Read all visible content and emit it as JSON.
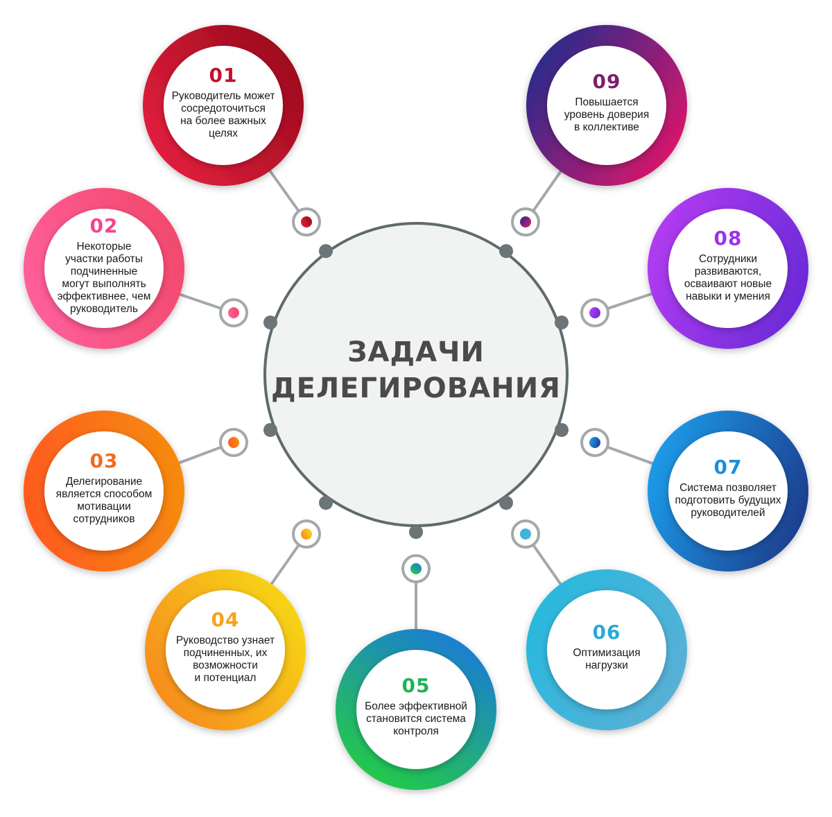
{
  "title": {
    "line1": "ЗАДАЧИ",
    "line2": "ДЕЛЕГИРОВАНИЯ"
  },
  "colors": {
    "hub_border": "#5f6a6d",
    "hub_fill": "#f1f2f2",
    "connector_line": "#a3a9ab"
  },
  "items": [
    {
      "number": "01",
      "lines": [
        "Руководитель может",
        "сосредоточиться",
        "на более важных",
        "целях"
      ],
      "color_start": "#e01f3d",
      "color_end": "#9e0b1d",
      "number_color": "#c4102c"
    },
    {
      "number": "02",
      "lines": [
        "Некоторые",
        "участки работы",
        "подчиненные",
        "могут выполнять",
        "эффективнее, чем",
        "руководитель"
      ],
      "color_start": "#ff5e9a",
      "color_end": "#f24a6d",
      "number_color": "#f7438e"
    },
    {
      "number": "03",
      "lines": [
        "Делегирование",
        "является способом",
        "мотивации",
        "сотрудников"
      ],
      "color_start": "#ff5a1f",
      "color_end": "#f58b0f",
      "number_color": "#f26b1d"
    },
    {
      "number": "04",
      "lines": [
        "Руководство узнает",
        "подчиненных, их",
        "возможности",
        "и потенциал"
      ],
      "color_start": "#f78d1e",
      "color_end": "#f6d417",
      "number_color": "#f5a31a"
    },
    {
      "number": "05",
      "lines": [
        "Более эффективной",
        "становится система",
        "контроля"
      ],
      "color_start": "#22c84a",
      "color_end": "#1e7fd0",
      "number_color": "#1fb25a"
    },
    {
      "number": "06",
      "lines": [
        "Оптимизация",
        "нагрузки"
      ],
      "color_start": "#2ab8dd",
      "color_end": "#59b0d6",
      "number_color": "#2aa9d6"
    },
    {
      "number": "07",
      "lines": [
        "Система позволяет",
        "подготовить будущих",
        "руководителей"
      ],
      "color_start": "#1e9ae8",
      "color_end": "#1d3f8f",
      "number_color": "#1c8fd9"
    },
    {
      "number": "08",
      "lines": [
        "Сотрудники",
        "развиваются,",
        "осваивают новые",
        "навыки и умения"
      ],
      "color_start": "#b13bf0",
      "color_end": "#6c2bd9",
      "number_color": "#9b33e6"
    },
    {
      "number": "09",
      "lines": [
        "Повышается",
        "уровень доверия",
        "в коллективе"
      ],
      "color_start": "#2e2a8a",
      "color_end": "#d4176b",
      "number_color": "#7b1f6e"
    }
  ]
}
